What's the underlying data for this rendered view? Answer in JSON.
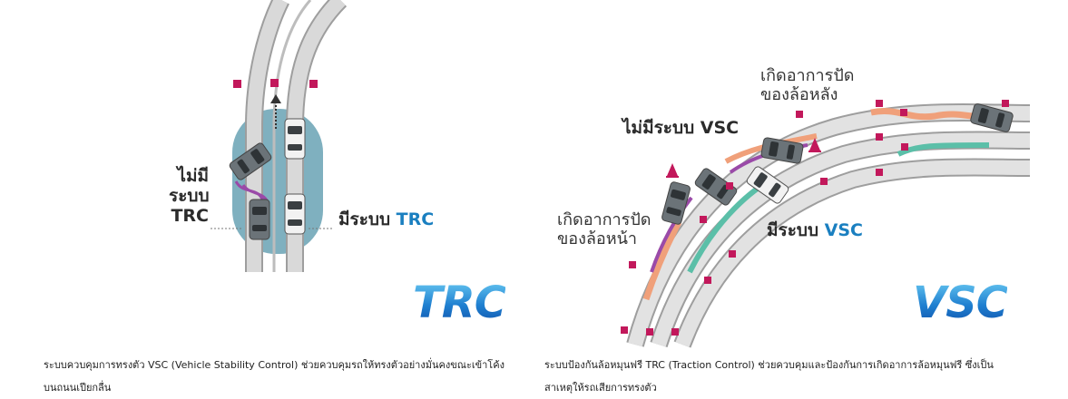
{
  "trc_panel": {
    "label_without_lines": [
      "ไม่มี",
      "ระบบ",
      "TRC"
    ],
    "label_with_prefix": "มีระบบ ",
    "label_with_system": "TRC",
    "brand": "TRC"
  },
  "vsc_panel": {
    "label_without": "ไม่มีระบบ VSC",
    "label_rear_slip_lines": [
      "เกิดอาการปัด",
      "ของล้อหลัง"
    ],
    "label_front_slip_lines": [
      "เกิดอาการปัด",
      "ของล้อหน้า"
    ],
    "label_with_prefix": "มีระบบ ",
    "label_with_system": "VSC",
    "brand": "VSC"
  },
  "captions": {
    "left_lines": [
      "ระบบควบคุมการทรงตัว VSC (Vehicle Stability Control) ช่วยควบคุมรถให้ทรงตัวอย่างมั่นคงขณะเข้าโค้ง",
      "บนถนนเปียกลื่น"
    ],
    "right_lines": [
      "ระบบป้องกันล้อหมุนฟรี TRC (Traction Control) ช่วยควบคุมและป้องกันการเกิดอาการล้อหมุนฟรี ซึ่งเป็น",
      "สาเหตุให้รถเสียการทรงตัว"
    ]
  },
  "colors": {
    "road": "#c8c8c8",
    "road_edge": "#9e9e9e",
    "ice_zone": "#7fb0bf",
    "marker": "#c2185b",
    "orange_track": "#f0a07a",
    "purple_track": "#9a4aa8",
    "teal_track": "#5bbfa8",
    "brand_blue": "#1f7fd0",
    "highlight": "#1a7fc0",
    "car_dark": "#6b7378",
    "car_light": "#f2f2f2"
  }
}
